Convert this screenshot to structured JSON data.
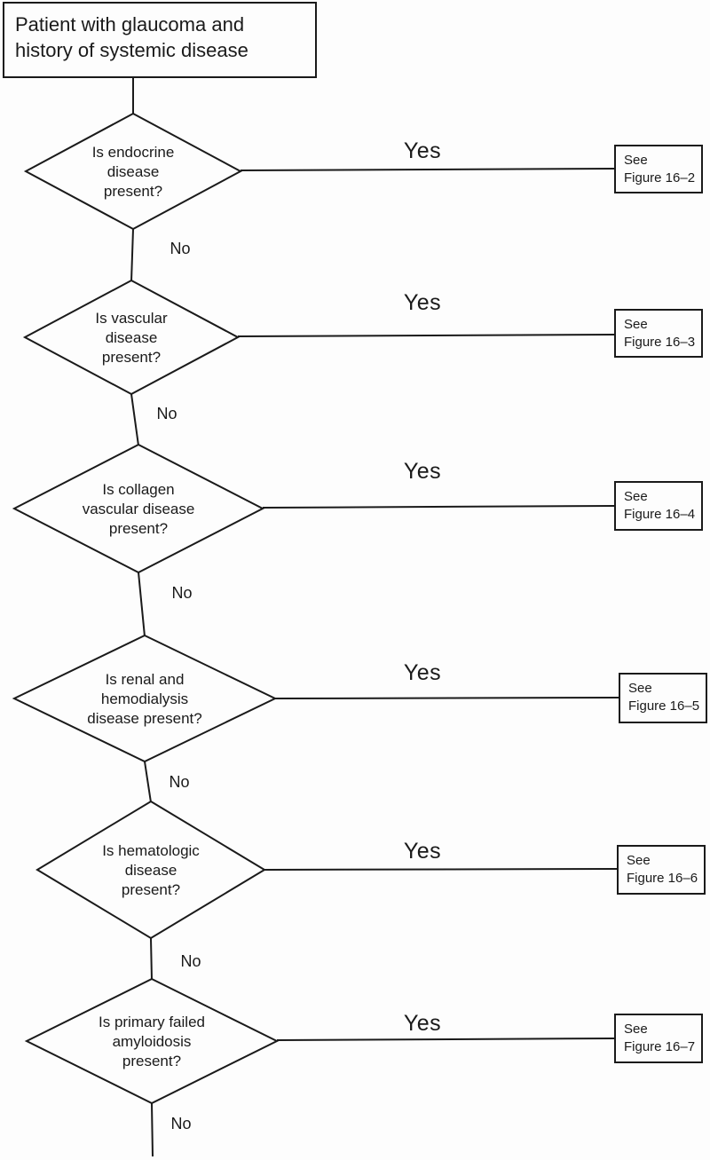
{
  "title_lines": [
    "Patient with glaucoma and",
    "history of systemic disease"
  ],
  "nodes": [
    {
      "question": "Is endocrine disease present?",
      "question_lines": [
        "Is endocrine",
        "disease",
        "present?"
      ],
      "yes_label": "Yes",
      "no_label": "No",
      "target_lines": [
        "See",
        "Figure 16–2"
      ]
    },
    {
      "question": "Is vascular disease present?",
      "question_lines": [
        "Is vascular",
        "disease",
        "present?"
      ],
      "yes_label": "Yes",
      "no_label": "No",
      "target_lines": [
        "See",
        "Figure 16–3"
      ]
    },
    {
      "question": "Is collagen vascular disease present?",
      "question_lines": [
        "Is collagen",
        "vascular disease",
        "present?"
      ],
      "yes_label": "Yes",
      "no_label": "No",
      "target_lines": [
        "See",
        "Figure 16–4"
      ]
    },
    {
      "question": "Is renal and hemodialysis disease present?",
      "question_lines": [
        "Is renal and",
        "hemodialysis",
        "disease present?"
      ],
      "yes_label": "Yes",
      "no_label": "No",
      "target_lines": [
        "See",
        "Figure 16–5"
      ]
    },
    {
      "question": "Is hematologic disease present?",
      "question_lines": [
        "Is hematologic",
        "disease",
        "present?"
      ],
      "yes_label": "Yes",
      "no_label": "No",
      "target_lines": [
        "See",
        "Figure 16–6"
      ]
    },
    {
      "question": "Is primary failed amyloidosis present?",
      "question_lines": [
        "Is primary failed",
        "amyloidosis",
        "present?"
      ],
      "yes_label": "Yes",
      "no_label": "No",
      "target_lines": [
        "See",
        "Figure 16–7"
      ]
    }
  ],
  "colors": {
    "line": "#1a1a1a",
    "background": "#fdfdfd"
  }
}
